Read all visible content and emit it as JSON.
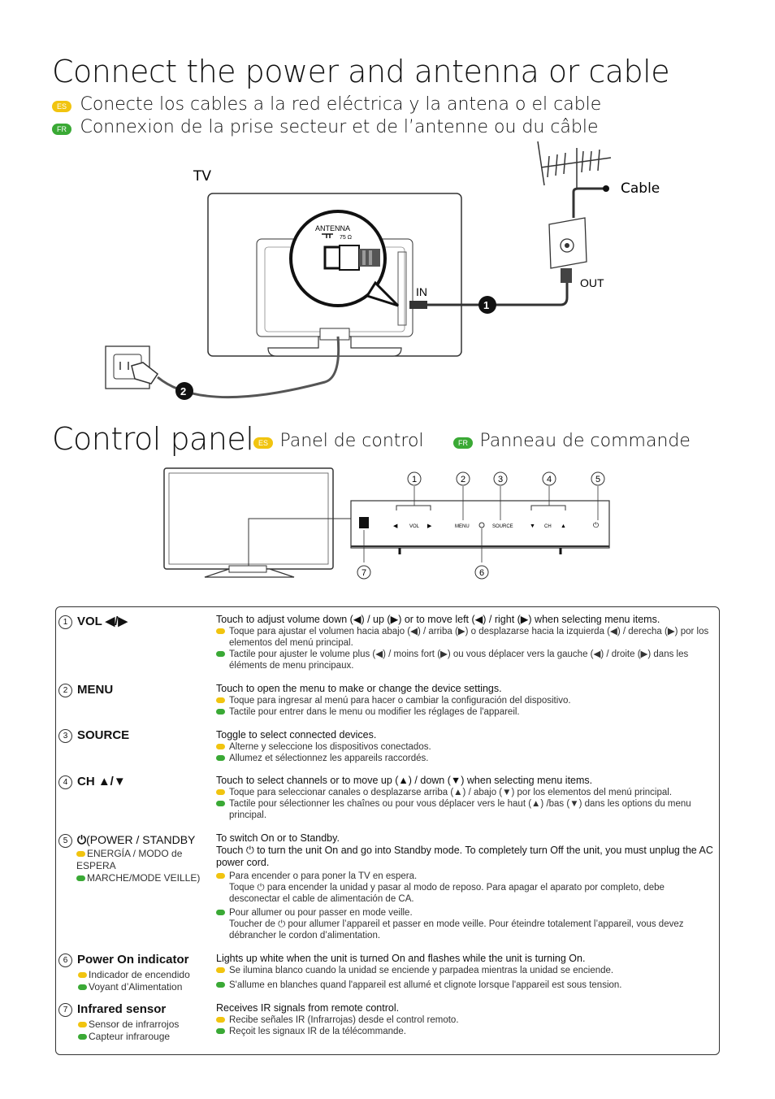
{
  "header": {
    "title": "Connect the power and antenna or cable",
    "es_badge": "ES",
    "fr_badge": "FR",
    "subtitle_es": "Conecte los cables a la red eléctrica y la antena o el cable",
    "subtitle_fr": "Connexion de la prise secteur et de l’antenne ou du câble"
  },
  "diagram": {
    "tv_label": "TV",
    "cable_label": "Cable",
    "out_label": "OUT",
    "in_label": "IN",
    "antenna_label": "ANTENNA",
    "ohm_label": "75 Ω",
    "step1": "1",
    "step2": "2"
  },
  "control_panel": {
    "title": "Control panel",
    "title_es": "Panel de control",
    "title_fr": "Panneau de commande",
    "callouts": [
      "1",
      "2",
      "3",
      "4",
      "5",
      "6",
      "7"
    ],
    "btn_vol": "VOL",
    "btn_menu": "MENU",
    "btn_source": "SOURCE",
    "btn_ch": "CH"
  },
  "rows": [
    {
      "num": "1",
      "name": "VOL ◀/▶",
      "en": "Touch to adjust volume down (◀) / up (▶) or to move left (◀) / right (▶) when selecting menu items.",
      "es": "Toque para ajustar el volumen hacia abajo (◀) / arriba (▶) o desplazarse hacia la izquierda (◀) / derecha (▶) por los elementos del menú principal.",
      "fr": "Tactile pour ajuster le volume plus (◀) / moins fort (▶) ou vous déplacer vers la gauche (◀) / droite  (▶) dans les éléments de menu principaux."
    },
    {
      "num": "2",
      "name": "MENU",
      "en": "Touch to open the menu to make or change the device settings.",
      "es": "Toque para ingresar al menú para hacer o cambiar la configuración del dispositivo.",
      "fr": "Tactile pour entrer dans le menu ou modifier les réglages de l'appareil."
    },
    {
      "num": "3",
      "name": "SOURCE",
      "en": "Toggle to select connected devices.",
      "es": "Alterne y seleccione los dispositivos conectados.",
      "fr": "Allumez et sélectionnez les appareils raccordés."
    },
    {
      "num": "4",
      "name": "CH ▲/▼",
      "en": "Touch to select channels or to move up (▲) / down (▼) when selecting menu items.",
      "es": "Toque para seleccionar canales o desplazarse arriba (▲) / abajo (▼) por los elementos del menú principal.",
      "fr": "Tactile pour sélectionner les chaînes ou pour vous déplacer vers le haut (▲) /bas (▼) dans les options du menu principal."
    },
    {
      "num": "5",
      "name": "(POWER / STANDBY",
      "sub_es": "ENERGÍA / MODO de ESPERA",
      "sub_fr": "MARCHE/MODE VEILLE)",
      "en1": "To switch On or to Standby.",
      "en2": "Touch ⏻ to turn the unit On and go into Standby mode. To completely turn Off the unit, you must unplug the AC power cord.",
      "es1": "Para encender o para poner la TV en espera.",
      "es2": "Toque ⏻ para encender la unidad y pasar al modo de reposo. Para apagar el aparato por completo, debe desconectar el cable de alimentación de CA.",
      "fr1": "Pour allumer ou pour passer en mode veille.",
      "fr2": "Toucher de ⏻ pour allumer l’appareil et passer en mode veille. Pour éteindre totalement l’appareil, vous devez débrancher le cordon d’alimentation."
    },
    {
      "num": "6",
      "name": "Power On indicator",
      "sub_es": "Indicador de encendido",
      "sub_fr": "Voyant d’Alimentation",
      "en": "Lights up white when the unit is turned On and flashes while the unit is turning On.",
      "es": "Se ilumina blanco cuando la unidad se enciende y parpadea mientras la unidad se enciende.",
      "fr": "S'allume en blanches quand l'appareil est allumé et clignote lorsque l'appareil est sous tension."
    },
    {
      "num": "7",
      "name": "Infrared sensor",
      "sub_es": "Sensor de infrarrojos",
      "sub_fr": "Capteur infrarouge",
      "en": "Receives IR signals from remote control.",
      "es": "Recibe señales IR (Infrarrojas) desde el control remoto.",
      "fr": "Reçoit les signaux IR de la télécommande."
    }
  ]
}
